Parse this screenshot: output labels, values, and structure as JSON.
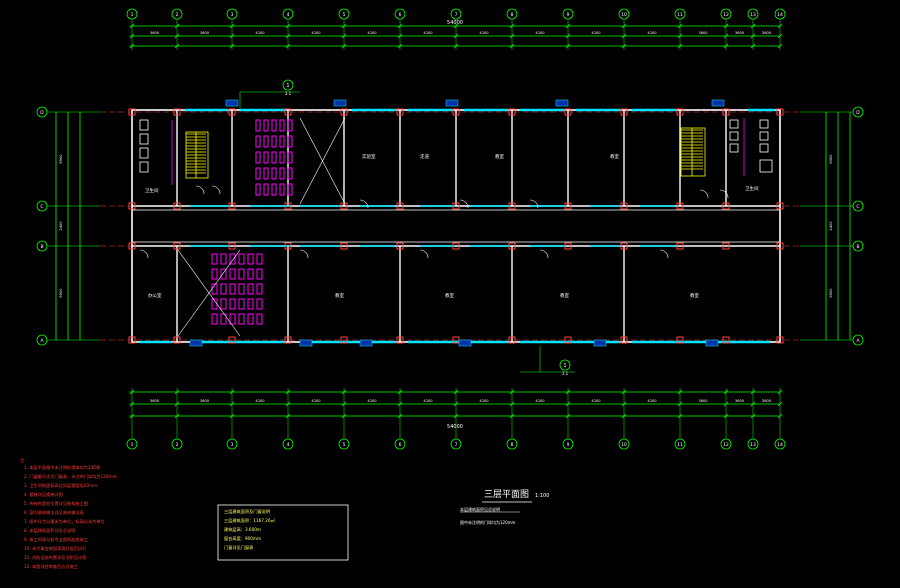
{
  "drawing": {
    "title": "三层平面图",
    "scale": "1:100"
  },
  "axes": {
    "columns": [
      "1",
      "2",
      "3",
      "4",
      "5",
      "6",
      "7",
      "8",
      "9",
      "10",
      "11",
      "12",
      "13",
      "14"
    ],
    "rows": [
      "D",
      "C",
      "B",
      "A"
    ]
  },
  "dimensions": {
    "top_overall": "54000",
    "bottom_overall": "54000",
    "segments_top": [
      "3600",
      "3600",
      "4200",
      "4200",
      "4200",
      "4200",
      "4200",
      "4200",
      "4200",
      "4200",
      "3600",
      "3600",
      "3600"
    ],
    "left_side": [
      "6900",
      "2400",
      "6900"
    ],
    "right_side": [
      "6900",
      "2400",
      "6900"
    ]
  },
  "labels": {
    "callout_top": "1",
    "callout_top_sub": "3.1",
    "callout_bottom": "1",
    "callout_bottom_sub": "3.1",
    "room_corridor": "走道",
    "room_toilet": "卫生间",
    "room_classroom": "教室",
    "room_lab": "实验室",
    "room_office": "办公室"
  },
  "notes": {
    "heading": "注：",
    "lines": [
      "1. 本层平面图中未注明的墙体均为240厚",
      "2. 门窗编号详见门窗表，未注明门垛均为120mm",
      "3. 卫生间地面标高比同层楼面低20mm",
      "4. 楼梯详见楼梯详图",
      "5. 所有构造柱位置详见结构施工图",
      "6. 室内装修做法详见装修做法表",
      "7. 图中尺寸以毫米为单位，标高以米为单位",
      "8. 本层建筑面积详见总说明",
      "9. 施工时请与各专业图纸配合施工",
      "10. 未尽事宜按国家现行规范执行",
      "11. 消防设施布置详见消防设计图",
      "12. 本图须经审查后方可施工"
    ]
  },
  "legend_box": {
    "lines": [
      "三层建筑面积及门窗说明",
      "三层建筑面积：1167.26㎡",
      "建筑层高：3.600m",
      "窗台高度：900mm",
      "门窗详见门窗表"
    ]
  },
  "title_notes": [
    "本层建筑面积见总说明",
    "图中未注明的门垛均为120mm"
  ],
  "colors": {
    "background": "#000000",
    "axis_lines": "#00ff00",
    "walls": "#ffffff",
    "windows": "#00e5ff",
    "columns": "#ff4444",
    "furniture": "#ff00ff",
    "stairs": "#ffff00",
    "notes_text": "#ff3b3b"
  }
}
